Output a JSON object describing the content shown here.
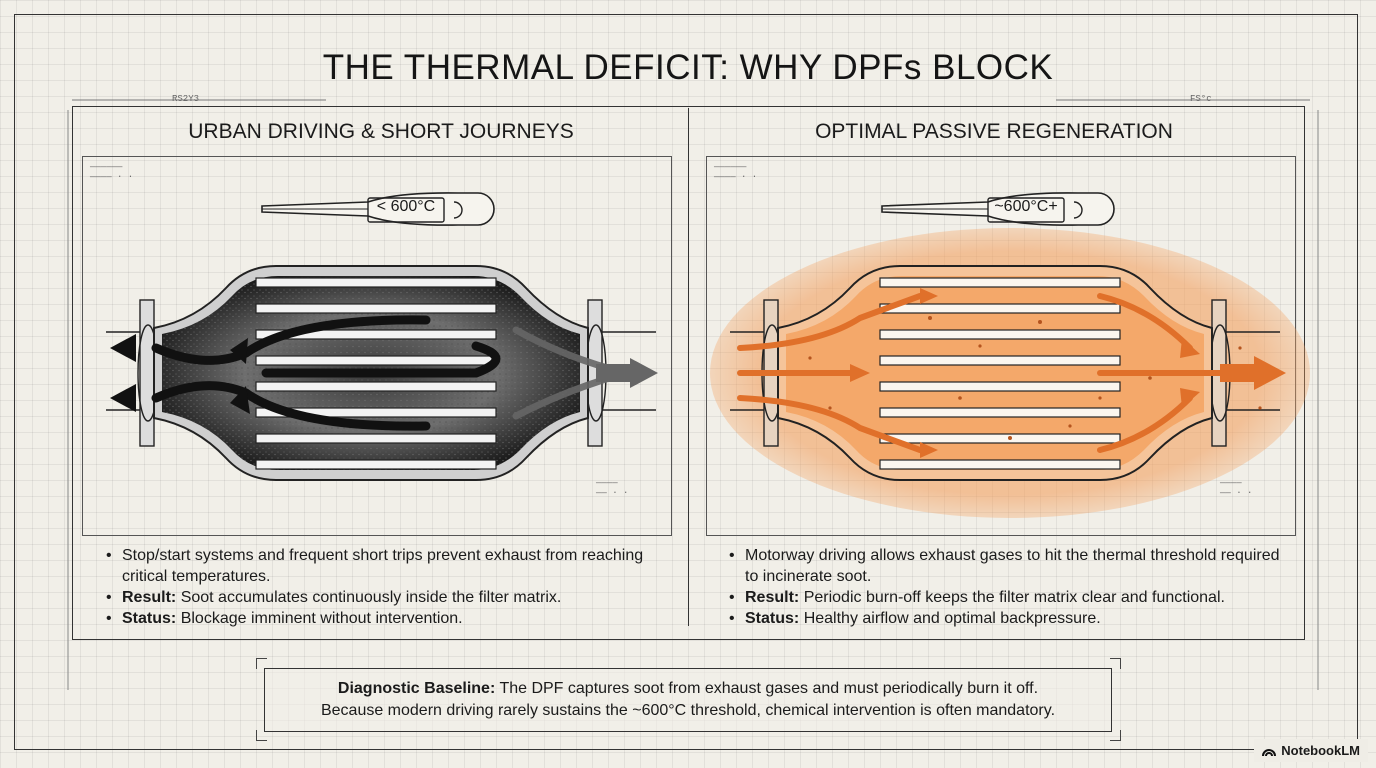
{
  "title": "THE THERMAL DEFICIT: WHY DPFs BLOCK",
  "left_panel": {
    "heading": "URBAN DRIVING & SHORT JOURNEYS",
    "thermometer_label": "< 600°C",
    "bullet1": "Stop/start systems and frequent short trips prevent exhaust from reaching critical temperatures.",
    "result_label": "Result:",
    "result_text": "Soot accumulates continuously inside the filter matrix.",
    "status_label": "Status:",
    "status_text": "Blockage imminent without intervention."
  },
  "right_panel": {
    "heading": "OPTIMAL PASSIVE REGENERATION",
    "thermometer_label": "~600°C+",
    "bullet1": "Motorway driving allows exhaust gases to hit the thermal threshold required to incinerate soot.",
    "result_label": "Result:",
    "result_text": "Periodic burn-off keeps the filter matrix clear and functional.",
    "status_label": "Status:",
    "status_text": "Healthy airflow and optimal backpressure."
  },
  "baseline": {
    "label": "Diagnostic Baseline:",
    "line1": "The DPF captures soot from exhaust gases and must periodically burn it off.",
    "line2": "Because modern driving rarely sustains the ~600°C threshold, chemical intervention is often mandatory."
  },
  "dimension_labels": {
    "top_left": "RS2Y3",
    "top_right": "FS°c"
  },
  "badge": {
    "icon": "notebooklm-icon",
    "text": "NotebookLM"
  },
  "colors": {
    "hot": "#e0702a",
    "hot_glow": "#f4a460",
    "soot": "#1e1e1e",
    "line": "#333333"
  }
}
